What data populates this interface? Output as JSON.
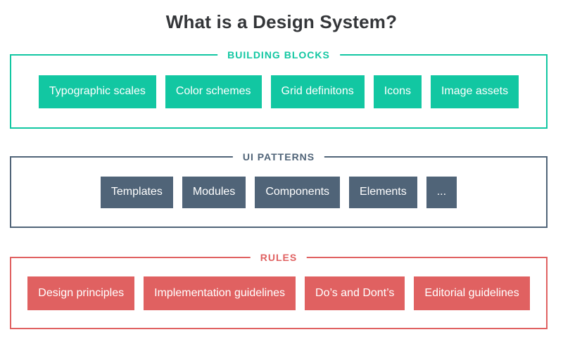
{
  "title": "What is a Design System?",
  "colors": {
    "teal": "#12c7a2",
    "slate": "#506478",
    "red": "#e06161",
    "title": "#343639",
    "chip-text": "#ffffff",
    "background": "#ffffff"
  },
  "sections": [
    {
      "label": "BUILDING BLOCKS",
      "chips": [
        "Typographic scales",
        "Color schemes",
        "Grid definitons",
        "Icons",
        "Image assets"
      ]
    },
    {
      "label": "UI PATTERNS",
      "chips": [
        "Templates",
        "Modules",
        "Components",
        "Elements",
        "..."
      ]
    },
    {
      "label": "RULES",
      "chips": [
        "Design principles",
        "Implementation guidelines",
        "Do’s and Dont’s",
        "Editorial guidelines"
      ]
    }
  ]
}
